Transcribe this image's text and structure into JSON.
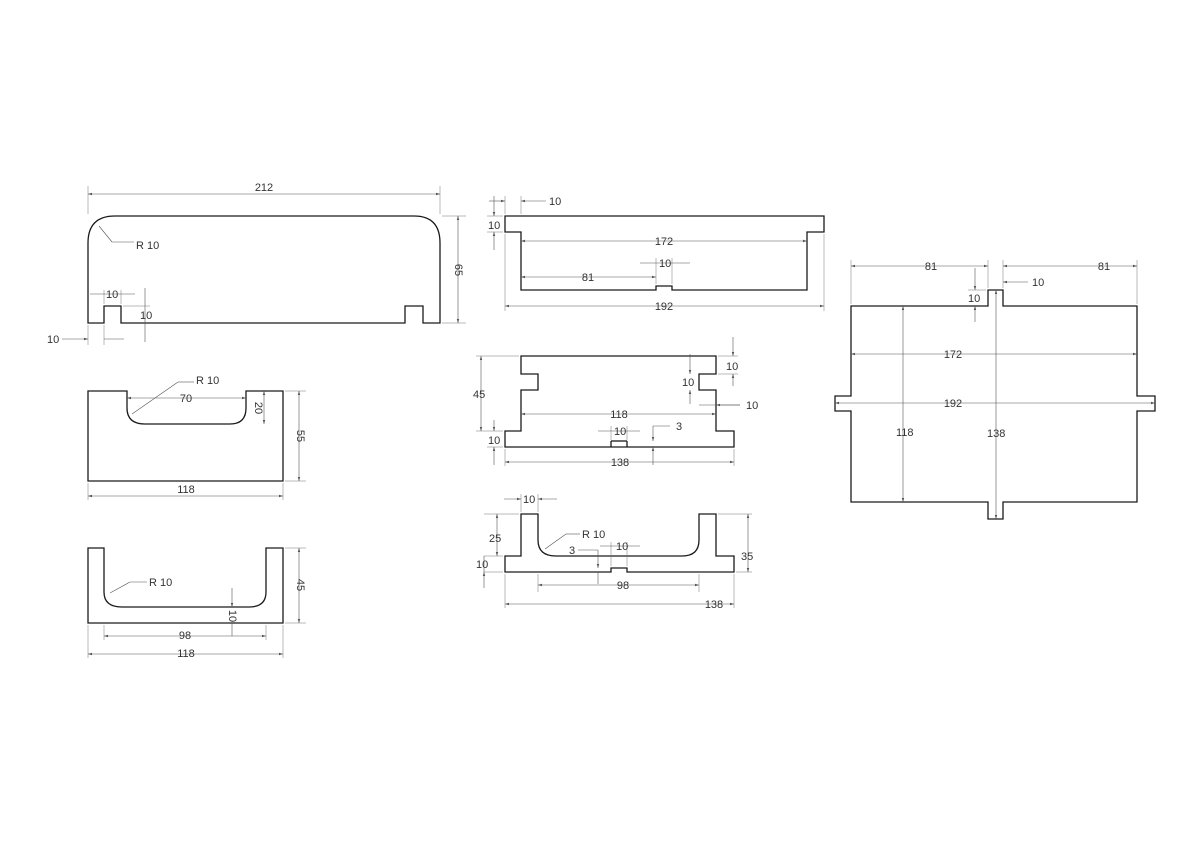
{
  "colors": {
    "part_stroke": "#1a1a1a",
    "dim_stroke": "#555555",
    "text": "#333333"
  },
  "part1": {
    "w": "212",
    "h": "65",
    "r": "R 10",
    "slot_w": "10",
    "slot_d": "10",
    "left_off": "10"
  },
  "part2": {
    "r": "R 10",
    "len": "70",
    "depth": "20",
    "h": "55",
    "w": "118"
  },
  "part3": {
    "r": "R 10",
    "h": "45",
    "floor": "10",
    "inner": "98",
    "w": "118"
  },
  "part4": {
    "tab_w": "10",
    "tab_h": "10",
    "w172": "172",
    "w81": "81",
    "slot": "10",
    "w192": "192"
  },
  "part5": {
    "h45": "45",
    "t10a": "10",
    "t10b": "10",
    "t10c": "10",
    "w118": "118",
    "slot": "10",
    "slot_d": "3",
    "base": "10",
    "w138": "138"
  },
  "part6": {
    "t10": "10",
    "h25": "25",
    "r": "R 10",
    "slot_d": "3",
    "slot": "10",
    "base": "10",
    "h35": "35",
    "w98": "98",
    "w138": "138"
  },
  "part7": {
    "w81a": "81",
    "w81b": "81",
    "tab_h": "10",
    "tab_w": "10",
    "w172": "172",
    "w192": "192",
    "h118": "118",
    "h138": "138"
  }
}
